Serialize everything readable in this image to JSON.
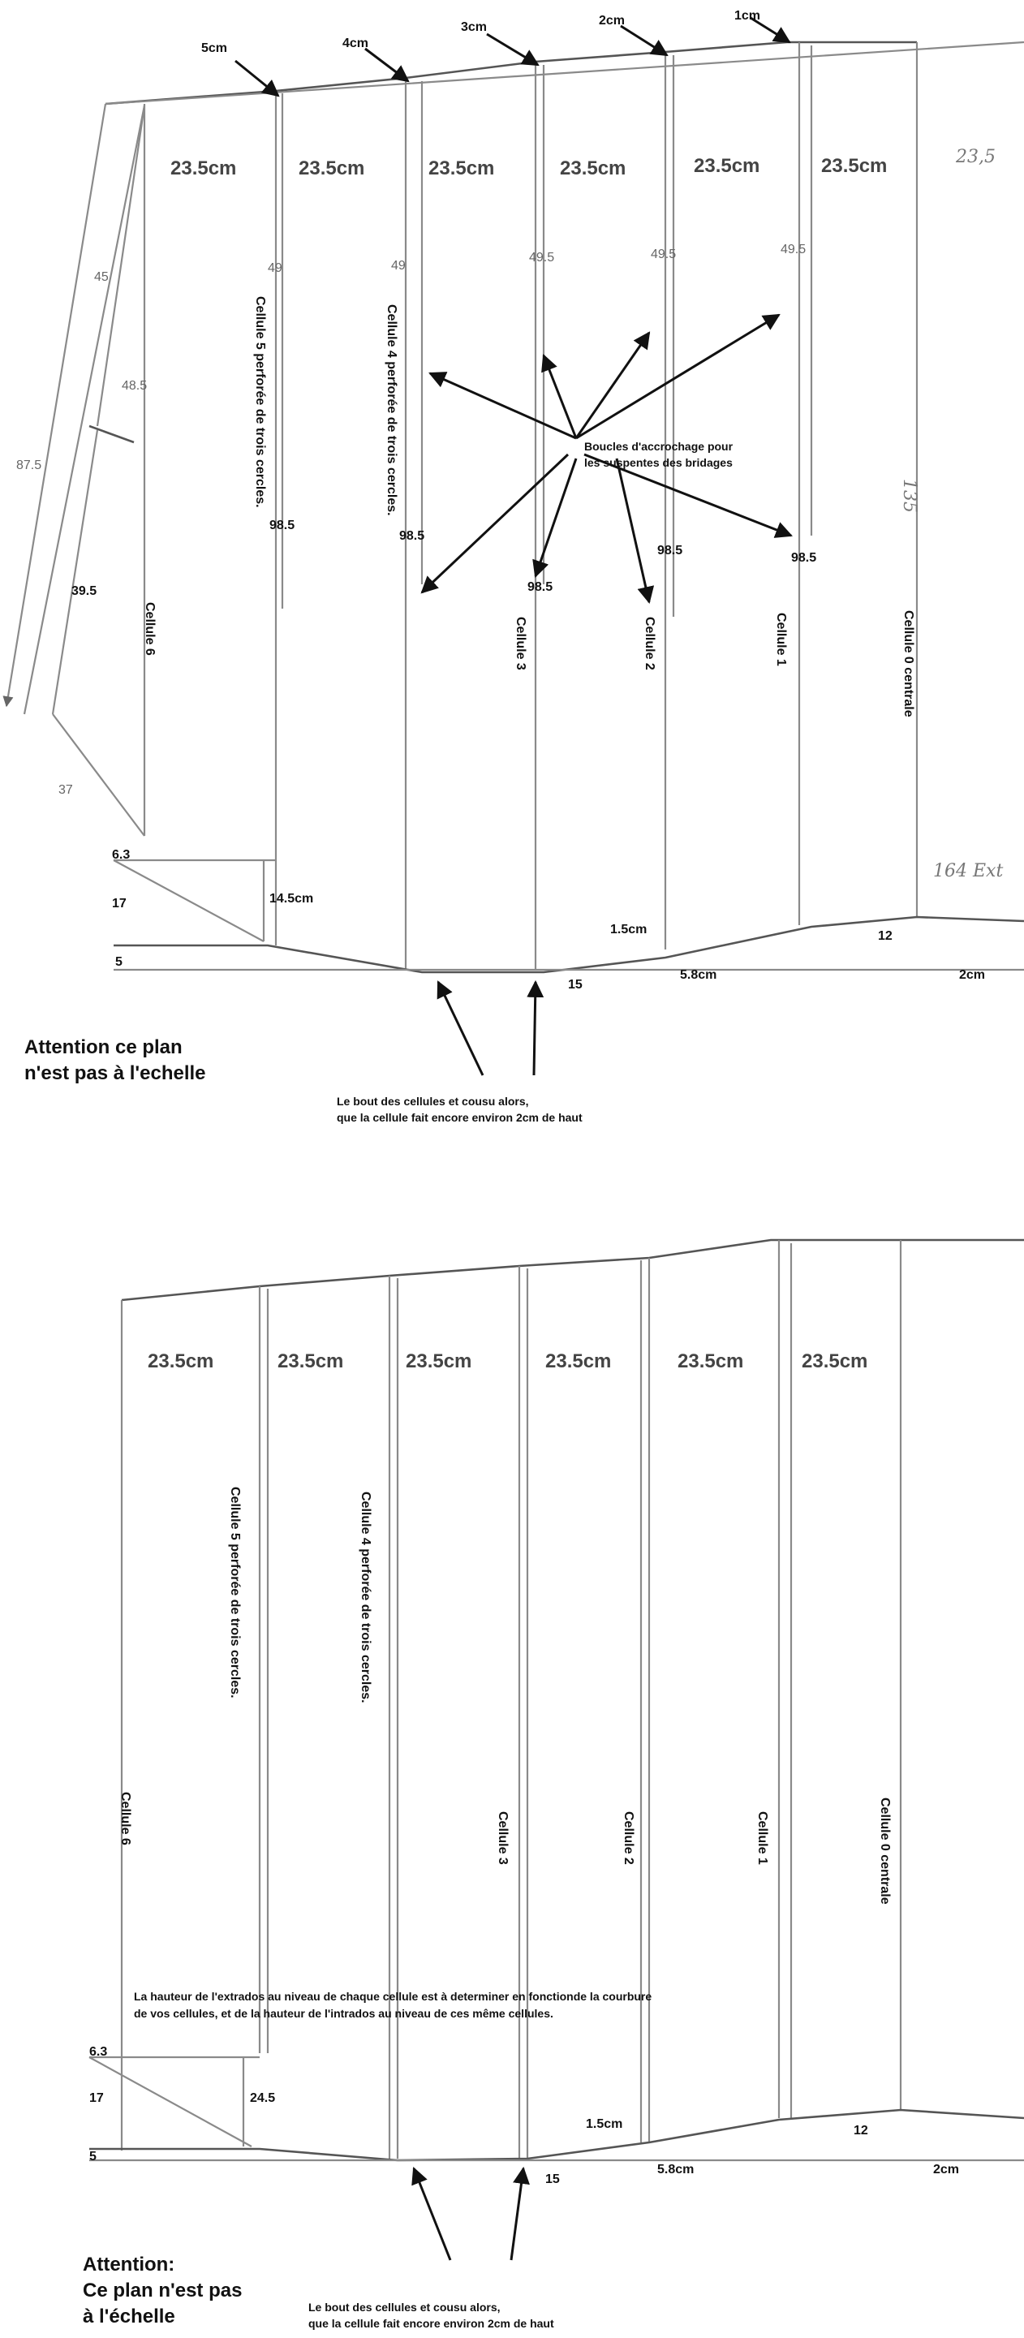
{
  "plan1": {
    "offsets": [
      "5cm",
      "4cm",
      "3cm",
      "2cm",
      "1cm"
    ],
    "widths": [
      "23.5cm",
      "23.5cm",
      "23.5cm",
      "23.5cm",
      "23.5cm",
      "23.5cm"
    ],
    "width_hand": "23,5",
    "loop_top": [
      "49",
      "49",
      "49.5",
      "49.5",
      "49.5"
    ],
    "loop_bottom": [
      "98.5",
      "98.5",
      "98.5",
      "98.5",
      "98.5"
    ],
    "cells": [
      "Cellule 6",
      "Cellule 5 perforée de trois cercles.",
      "Cellule 4 perforée de trois cercles.",
      "Cellule 3",
      "Cellule 2",
      "Cellule 1",
      "Cellule 0 centrale"
    ],
    "left_dims": {
      "d45": "45",
      "d48_5": "48.5",
      "d87_5": "87.5",
      "d39_5": "39.5",
      "d37": "37"
    },
    "side_vals": {
      "d6_3": "6.3",
      "d17": "17",
      "d5": "5",
      "d14_5": "14.5cm"
    },
    "bottom_vals": {
      "d1_5": "1.5cm",
      "d15": "15",
      "d5_8": "5.8cm",
      "d12": "12",
      "d2": "2cm"
    },
    "hand_135": "135",
    "hand_164": "164 Ext",
    "loops_label": [
      "Boucles d'accrochage pour",
      "les suspentes des bridages"
    ],
    "warning": [
      "Attention ce plan",
      "n'est pas à l'echelle"
    ],
    "bottom_note": [
      "Le bout des cellules et cousu alors,",
      "que la cellule fait encore environ 2cm de haut"
    ]
  },
  "plan2": {
    "widths": [
      "23.5cm",
      "23.5cm",
      "23.5cm",
      "23.5cm",
      "23.5cm",
      "23.5cm"
    ],
    "cells": [
      "Cellule 6",
      "Cellule 5 perforée de trois cercles.",
      "Cellule 4 perforée de trois cercles.",
      "Cellule 3",
      "Cellule 2",
      "Cellule 1",
      "Cellule 0 centrale"
    ],
    "extrados_note": [
      "La hauteur de l'extrados au niveau de chaque cellule est à determiner en fonctionde la courbure",
      "de vos cellules, et de la hauteur de l'intrados au niveau de ces même cellules."
    ],
    "side_vals": {
      "d6_3": "6.3",
      "d17": "17",
      "d5": "5",
      "d24_5": "24.5"
    },
    "bottom_vals": {
      "d1_5": "1.5cm",
      "d15": "15",
      "d5_8": "5.8cm",
      "d12": "12",
      "d2": "2cm"
    },
    "warning": [
      "Attention:",
      "Ce plan n'est pas",
      "à l'échelle"
    ],
    "bottom_note": [
      "Le bout des cellules et cousu alors,",
      "que la cellule fait encore environ 2cm de haut"
    ]
  }
}
